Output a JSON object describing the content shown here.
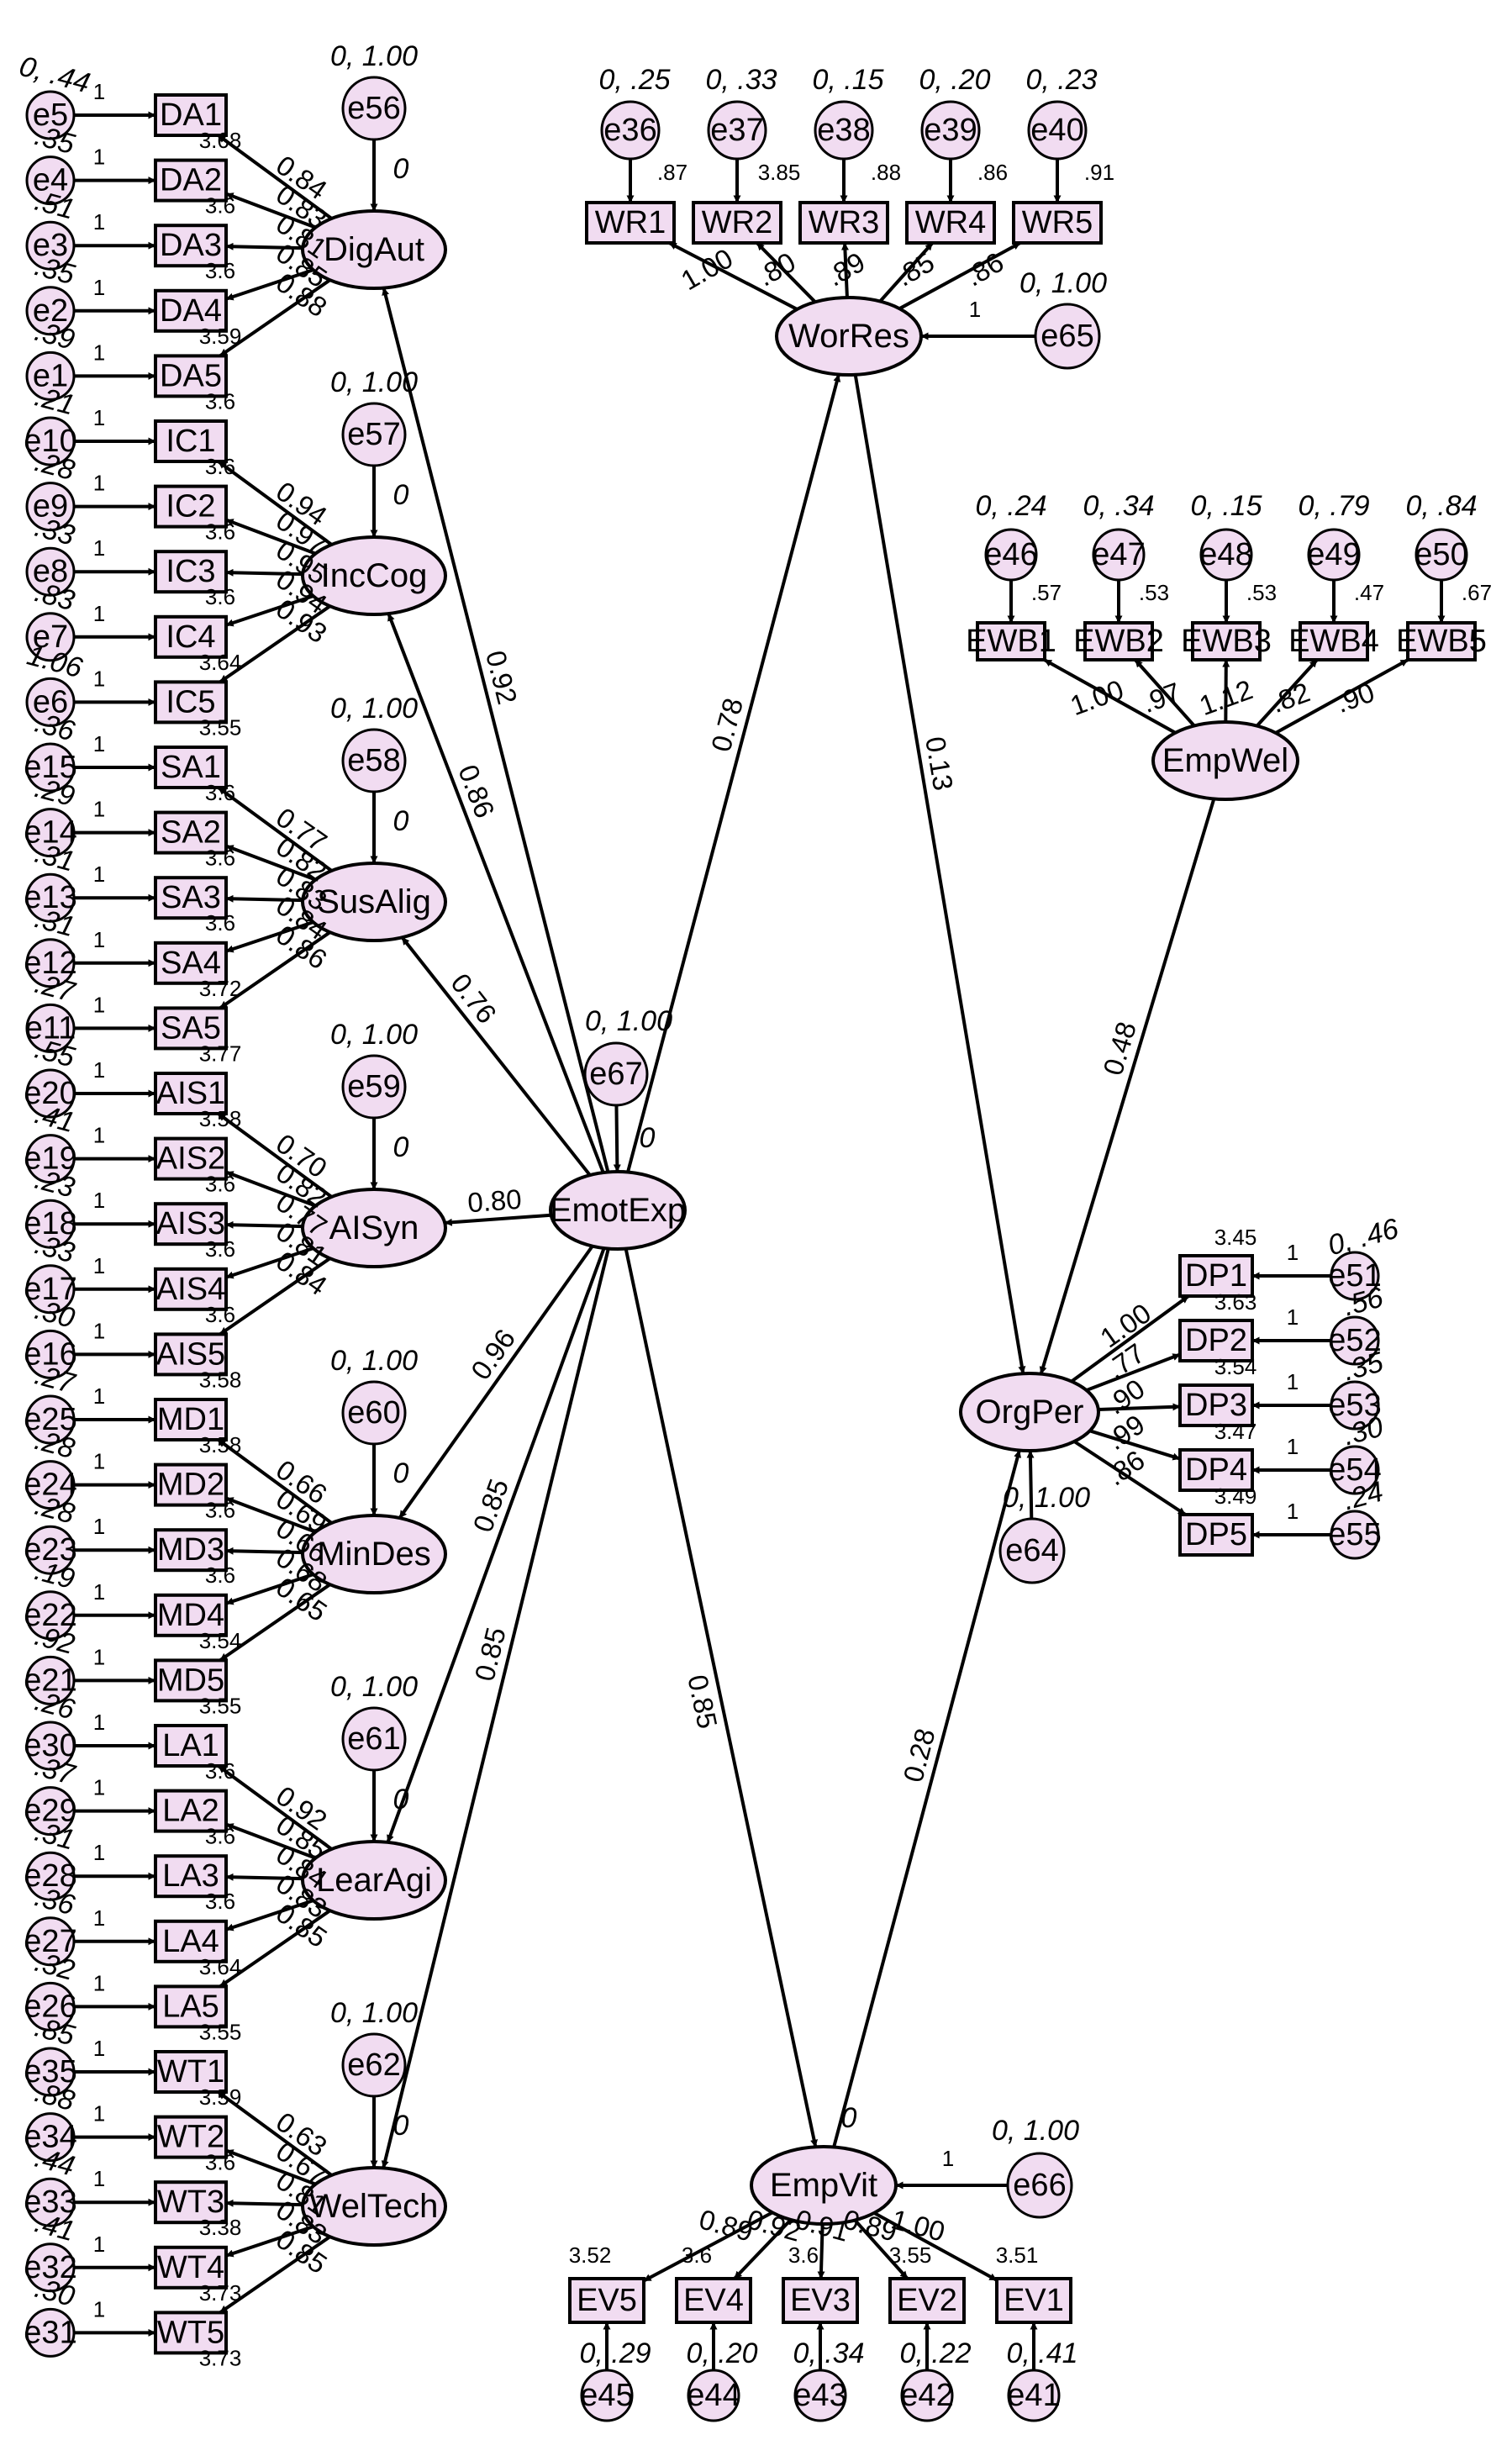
{
  "constructs": [
    {
      "id": "DigAut",
      "label": "DigAut",
      "err": "e56",
      "var": "0, 1.00",
      "zero": "0"
    },
    {
      "id": "IncCog",
      "label": "IncCog",
      "err": "e57",
      "var": "0, 1.00",
      "zero": "0"
    },
    {
      "id": "SusAlig",
      "label": "SusAlig",
      "err": "e58",
      "var": "0, 1.00",
      "zero": "0"
    },
    {
      "id": "AISyn",
      "label": "AISyn",
      "err": "e59",
      "var": "0, 1.00",
      "zero": "0"
    },
    {
      "id": "MinDes",
      "label": "MinDes",
      "err": "e60",
      "var": "0, 1.00",
      "zero": "0"
    },
    {
      "id": "LearAgi",
      "label": "LearAgi",
      "err": "e61",
      "var": "0, 1.00",
      "zero": "0"
    },
    {
      "id": "WelTech",
      "label": "WelTech",
      "err": "e62",
      "var": "0, 1.00",
      "zero": "0"
    }
  ],
  "left_indicators": [
    {
      "label": "DA1",
      "err": "e5",
      "var": "0, .44",
      "one": "1",
      "mean": "3.68",
      "loading": "0.84"
    },
    {
      "label": "DA2",
      "err": "e4",
      "var": ".35",
      "one": "1",
      "mean": "3.6",
      "loading": "0.83"
    },
    {
      "label": "DA3",
      "err": "e3",
      "var": ".51",
      "one": "1",
      "mean": "3.6",
      "loading": "0.81"
    },
    {
      "label": "DA4",
      "err": "e2",
      "var": ".35",
      "one": "1",
      "mean": "3.59",
      "loading": "0.85"
    },
    {
      "label": "DA5",
      "err": "e1",
      "var": ".39",
      "one": "1",
      "mean": "3.6",
      "loading": "0.88"
    },
    {
      "label": "IC1",
      "err": "e10",
      "var": ".21",
      "one": "1",
      "mean": "3.6",
      "loading": "0.94"
    },
    {
      "label": "IC2",
      "err": "e9",
      "var": ".28",
      "one": "1",
      "mean": "3.6",
      "loading": "0.97"
    },
    {
      "label": "IC3",
      "err": "e8",
      "var": ".33",
      "one": "1",
      "mean": "3.6",
      "loading": "0.95"
    },
    {
      "label": "IC4",
      "err": "e7",
      "var": ".83",
      "one": "1",
      "mean": "3.64",
      "loading": "0.94"
    },
    {
      "label": "IC5",
      "err": "e6",
      "var": "1.06",
      "one": "1",
      "mean": "3.55",
      "loading": "0.93"
    },
    {
      "label": "SA1",
      "err": "e15",
      "var": ".36",
      "one": "1",
      "mean": "3.6",
      "loading": "0.77"
    },
    {
      "label": "SA2",
      "err": "e14",
      "var": ".29",
      "one": "1",
      "mean": "3.6",
      "loading": "0.82"
    },
    {
      "label": "SA3",
      "err": "e13",
      "var": ".31",
      "one": "1",
      "mean": "3.6",
      "loading": "0.83"
    },
    {
      "label": "SA4",
      "err": "e12",
      "var": ".31",
      "one": "1",
      "mean": "3.72",
      "loading": "0.84"
    },
    {
      "label": "SA5",
      "err": "e11",
      "var": ".27",
      "one": "1",
      "mean": "3.77",
      "loading": "0.86"
    },
    {
      "label": "AIS1",
      "err": "e20",
      "var": ".55",
      "one": "1",
      "mean": "3.58",
      "loading": "0.70"
    },
    {
      "label": "AIS2",
      "err": "e19",
      "var": ".41",
      "one": "1",
      "mean": "3.6",
      "loading": "0.82"
    },
    {
      "label": "AIS3",
      "err": "e18",
      "var": ".23",
      "one": "1",
      "mean": "3.6",
      "loading": "0.77"
    },
    {
      "label": "AIS4",
      "err": "e17",
      "var": ".33",
      "one": "1",
      "mean": "3.6",
      "loading": "0.81"
    },
    {
      "label": "AIS5",
      "err": "e16",
      "var": ".30",
      "one": "1",
      "mean": "3.58",
      "loading": "0.84"
    },
    {
      "label": "MD1",
      "err": "e25",
      "var": ".27",
      "one": "1",
      "mean": "3.58",
      "loading": "0.66"
    },
    {
      "label": "MD2",
      "err": "e24",
      "var": ".28",
      "one": "1",
      "mean": "3.6",
      "loading": "0.69"
    },
    {
      "label": "MD3",
      "err": "e23",
      "var": ".28",
      "one": "1",
      "mean": "3.6",
      "loading": "0.66"
    },
    {
      "label": "MD4",
      "err": "e22",
      "var": ".19",
      "one": "1",
      "mean": "3.54",
      "loading": "0.68"
    },
    {
      "label": "MD5",
      "err": "e21",
      "var": ".92",
      "one": "1",
      "mean": "3.55",
      "loading": "0.65"
    },
    {
      "label": "LA1",
      "err": "e30",
      "var": ".26",
      "one": "1",
      "mean": "3.6",
      "loading": "0.92"
    },
    {
      "label": "LA2",
      "err": "e29",
      "var": ".37",
      "one": "1",
      "mean": "3.6",
      "loading": "0.85"
    },
    {
      "label": "LA3",
      "err": "e28",
      "var": ".31",
      "one": "1",
      "mean": "3.6",
      "loading": "0.84"
    },
    {
      "label": "LA4",
      "err": "e27",
      "var": ".36",
      "one": "1",
      "mean": "3.64",
      "loading": "0.83"
    },
    {
      "label": "LA5",
      "err": "e26",
      "var": ".32",
      "one": "1",
      "mean": "3.55",
      "loading": "0.85"
    },
    {
      "label": "WT1",
      "err": "e35",
      "var": ".85",
      "one": "1",
      "mean": "3.59",
      "loading": "0.63"
    },
    {
      "label": "WT2",
      "err": "e34",
      "var": ".88",
      "one": "1",
      "mean": "3.6",
      "loading": "0.67"
    },
    {
      "label": "WT3",
      "err": "e33",
      "var": ".44",
      "one": "1",
      "mean": "3.38",
      "loading": "0.81"
    },
    {
      "label": "WT4",
      "err": "e32",
      "var": ".41",
      "one": "1",
      "mean": "3.73",
      "loading": "0.83"
    },
    {
      "label": "WT5",
      "err": "e31",
      "var": ".30",
      "one": "1",
      "mean": "3.73",
      "loading": "0.85"
    }
  ],
  "emotexp": {
    "label": "EmotExp",
    "err": "e67",
    "var": "0, 1.00",
    "zero": "0"
  },
  "emot_paths": {
    "DigAut": "0.92",
    "IncCog": "0.86",
    "SusAlig": "0.76",
    "AISyn": "0.80",
    "MinDes": "0.96",
    "LearAgi": "0.85",
    "WelTech": "0.85",
    "WorRes": "0.78",
    "EmpVit": "0.85"
  },
  "worres": {
    "label": "WorRes",
    "err": "e65",
    "var": "0, 1.00",
    "one": "1",
    "items": [
      {
        "label": "WR1",
        "err": "e36",
        "var": "0, .25",
        "mean": ".87",
        "loading": "1.00"
      },
      {
        "label": "WR2",
        "err": "e37",
        "var": "0, .33",
        "mean": "3.85",
        "loading": ".80"
      },
      {
        "label": "WR3",
        "err": "e38",
        "var": "0, .15",
        "mean": ".88",
        "loading": ".89"
      },
      {
        "label": "WR4",
        "err": "e39",
        "var": "0, .20",
        "mean": ".86",
        "loading": ".85"
      },
      {
        "label": "WR5",
        "err": "e40",
        "var": "0, .23",
        "mean": ".91",
        "loading": ".86"
      }
    ]
  },
  "empwel": {
    "label": "EmpWel",
    "items": [
      {
        "label": "EWB1",
        "err": "e46",
        "var": "0, .24",
        "mean": ".57",
        "loading": "1.00"
      },
      {
        "label": "EWB2",
        "err": "e47",
        "var": "0, .34",
        "mean": ".53",
        "loading": ".97"
      },
      {
        "label": "EWB3",
        "err": "e48",
        "var": "0, .15",
        "mean": ".53",
        "loading": "1.12"
      },
      {
        "label": "EWB4",
        "err": "e49",
        "var": "0, .79",
        "mean": ".47",
        "loading": ".82"
      },
      {
        "label": "EWB5",
        "err": "e50",
        "var": "0, .84",
        "mean": ".67",
        "loading": ".90"
      }
    ]
  },
  "orgper": {
    "label": "OrgPer",
    "err": "e64",
    "var": "0, 1.00",
    "items": [
      {
        "label": "DP1",
        "err": "e51",
        "var": "0, .46",
        "one": "1",
        "mean": "3.45",
        "loading": "1.00"
      },
      {
        "label": "DP2",
        "err": "e52",
        "var": ".56",
        "one": "1",
        "mean": "3.63",
        "loading": ".77"
      },
      {
        "label": "DP3",
        "err": "e53",
        "var": ".35",
        "one": "1",
        "mean": "3.54",
        "loading": ".90"
      },
      {
        "label": "DP4",
        "err": "e54",
        "var": ".30",
        "one": "1",
        "mean": "3.47",
        "loading": ".99"
      },
      {
        "label": "DP5",
        "err": "e55",
        "var": ".24",
        "one": "1",
        "mean": "3.49",
        "loading": ".86"
      }
    ]
  },
  "empvit": {
    "label": "EmpVit",
    "err": "e66",
    "var": "0, 1.00",
    "one": "1",
    "zero": "0",
    "items": [
      {
        "label": "EV5",
        "err": "e45",
        "var": "0, .29",
        "mean": "3.52",
        "loading": "0.89"
      },
      {
        "label": "EV4",
        "err": "e44",
        "var": "0, .20",
        "mean": "3.6",
        "loading": "0.92"
      },
      {
        "label": "EV3",
        "err": "e43",
        "var": "0, .34",
        "mean": "3.6",
        "loading": "0.91"
      },
      {
        "label": "EV2",
        "err": "e42",
        "var": "0, .22",
        "mean": "3.55",
        "loading": "0.89"
      },
      {
        "label": "EV1",
        "err": "e41",
        "var": "0, .41",
        "mean": "3.51",
        "loading": "1.00"
      }
    ]
  },
  "structural": {
    "worres_orgper": "0.13",
    "empwel_orgper": "0.48",
    "empvit_orgper": "0.28"
  }
}
